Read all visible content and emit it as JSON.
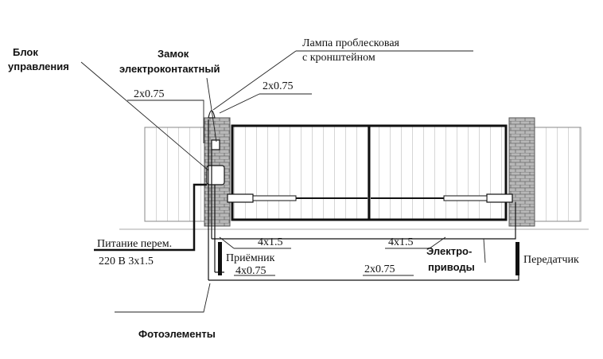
{
  "labels": {
    "control_block_1": "Блок",
    "control_block_2": "управления",
    "lock_1": "Замок",
    "lock_2": "электроконтактный",
    "lamp_1": "Лампа проблесковая",
    "lamp_2": "с кронштейном",
    "wire_lamp": "2x0.75",
    "wire_lock": "2x0.75",
    "power_1": "Питание  перем.",
    "power_2": "220 В  3x1.5",
    "wire_actuator_left": "4x1.5",
    "wire_actuator_right": "4x1.5",
    "receiver": "Приёмник",
    "wire_receiver": "4x0.75",
    "wire_transmitter": "2x0.75",
    "actuators_1": "Электро-",
    "actuators_2": "приводы",
    "transmitter": "Передатчик",
    "photocells": "Фотоэлементы"
  }
}
